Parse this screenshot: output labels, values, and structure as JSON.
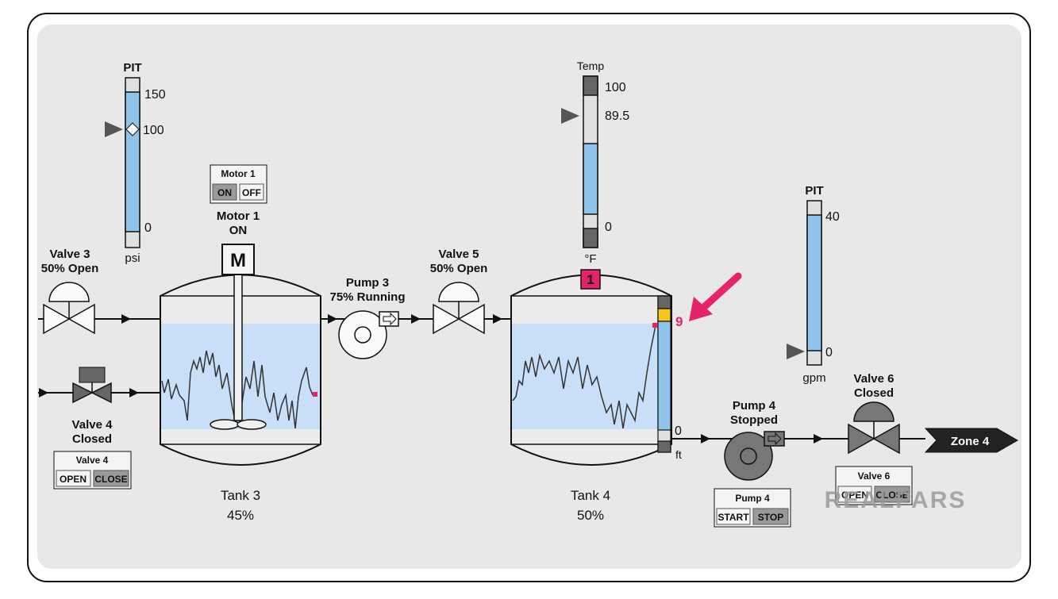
{
  "pit1": {
    "title": "PIT",
    "max": "150",
    "setpoint": "100",
    "min": "0",
    "unit": "psi"
  },
  "temp": {
    "title": "Temp",
    "max": "100",
    "setpoint": "89.5",
    "min": "0",
    "unit": "°F",
    "alarm_badge": "1"
  },
  "pit2": {
    "title": "PIT",
    "max": "40",
    "min": "0",
    "unit": "gpm"
  },
  "motor1": {
    "panel_title": "Motor 1",
    "on_label": "ON",
    "off_label": "OFF",
    "name": "Motor 1",
    "state": "ON",
    "symbol": "M"
  },
  "valve3": {
    "name": "Valve 3",
    "state": "50% Open"
  },
  "valve4": {
    "name": "Valve 4",
    "state": "Closed",
    "panel_title": "Valve 4",
    "open_label": "OPEN",
    "close_label": "CLOSE"
  },
  "valve5": {
    "name": "Valve 5",
    "state": "50% Open"
  },
  "valve6": {
    "name": "Valve 6",
    "state": "Closed",
    "panel_title": "Valve 6",
    "open_label": "OPEN",
    "close_label": "CLOSE"
  },
  "pump3": {
    "name": "Pump 3",
    "state": "75% Running"
  },
  "pump4": {
    "name": "Pump 4",
    "state": "Stopped",
    "panel_title": "Pump 4",
    "start_label": "START",
    "stop_label": "STOP"
  },
  "tank3": {
    "name": "Tank 3",
    "level": "45%"
  },
  "tank4": {
    "name": "Tank 4",
    "level": "50%",
    "gauge_value": "9",
    "gauge_min": "0",
    "gauge_unit": "ft"
  },
  "zone": {
    "label": "Zone 4"
  },
  "brand": {
    "text": "REALPARS"
  },
  "colors": {
    "liquid": "#c9def7",
    "gauge_fill": "#8fc3ea",
    "alarm": "#e6226a",
    "yellow": "#f5c518",
    "panel": "#e9e9e9"
  }
}
